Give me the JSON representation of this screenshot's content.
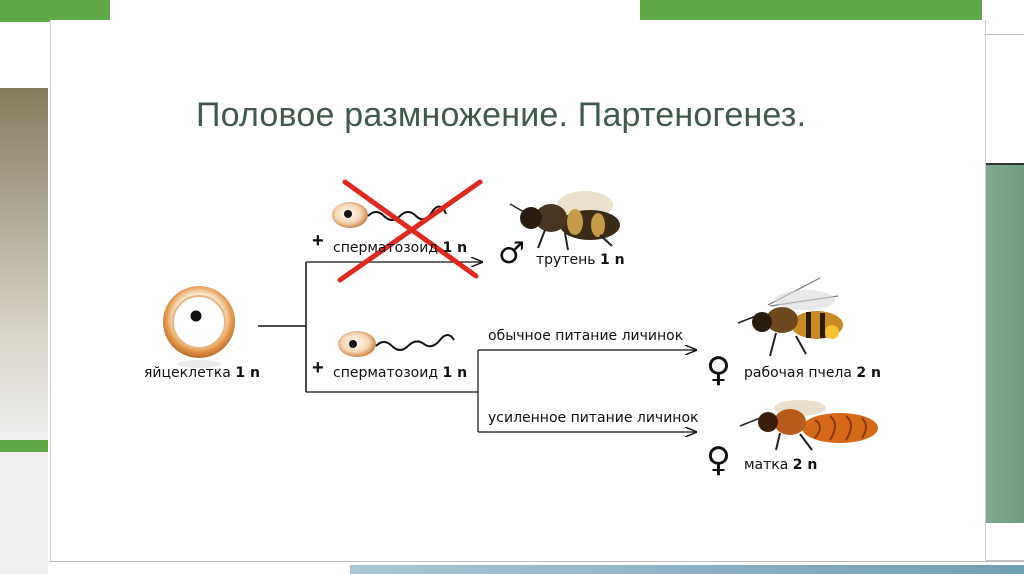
{
  "slide": {
    "title": "Половое размножение. Партеногенез."
  },
  "diagram": {
    "egg_label": "яйцеклетка",
    "egg_ploidy": "1 n",
    "plus_sign": "+",
    "sperm_label_top": "сперматозоид",
    "sperm_ploidy_top": "1 n",
    "sperm_label_mid": "сперматозоид",
    "sperm_ploidy_mid": "1 n",
    "drone_label": "трутень",
    "drone_ploidy": "1 n",
    "feeding_normal": "обычное питание личинок",
    "feeding_enhanced": "усиленное питание личинок",
    "worker_label": "рабочая пчела",
    "worker_ploidy": "2 n",
    "queen_label": "матка",
    "queen_ploidy": "2 n",
    "male_symbol": "♂",
    "female_symbol": "♀"
  },
  "colors": {
    "title": "#3f5a4a",
    "green_bar": "#5ea845",
    "taupe_block": "#b0a58f",
    "olive_gradient_top": "#857b5f",
    "teal_green": "#7faa8e",
    "cross_red": "#e0281e",
    "egg_orange": "#d98a3c"
  }
}
